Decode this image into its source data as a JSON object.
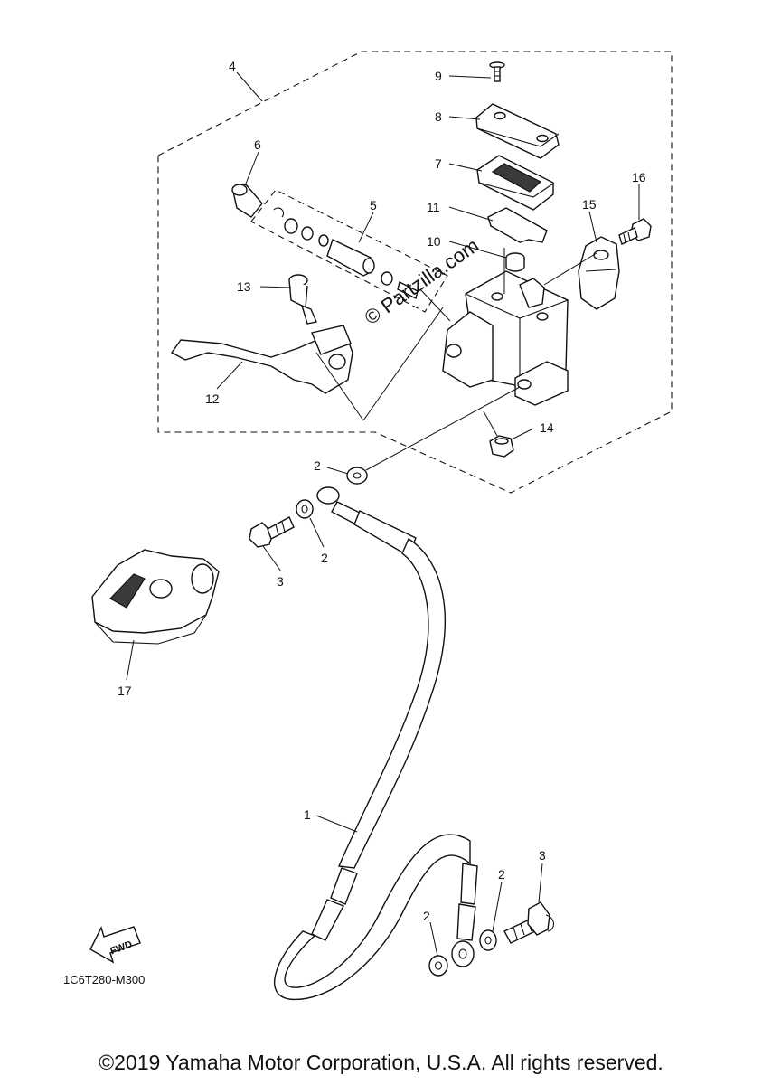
{
  "diagram": {
    "code": "1C6T280-M300",
    "watermark": "© Partzilla.com",
    "fwd_label": "FWD",
    "copyright": "©2019 Yamaha Motor Corporation, U.S.A. All rights reserved.",
    "callouts": {
      "c1": "1",
      "c2a": "2",
      "c2b": "2",
      "c2c": "2",
      "c2d": "2",
      "c3a": "3",
      "c3b": "3",
      "c4": "4",
      "c5": "5",
      "c6": "6",
      "c7": "7",
      "c8": "8",
      "c9": "9",
      "c10": "10",
      "c11": "11",
      "c12": "12",
      "c13": "13",
      "c14": "14",
      "c15": "15",
      "c16": "16",
      "c17": "17"
    }
  }
}
